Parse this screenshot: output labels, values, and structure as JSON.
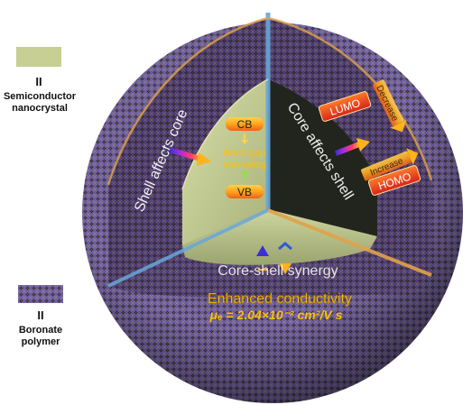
{
  "legend": {
    "semiconductor": {
      "numeral": "II",
      "label_line1": "Semiconductor",
      "label_line2": "nanocrystal",
      "swatch_color": "#c7cf95"
    },
    "polymer": {
      "numeral": "II",
      "label_line1": "Boronate",
      "label_line2": "polymer"
    }
  },
  "diagram": {
    "shell_affects_core": "Shell affects core",
    "core_affects_shell": "Core affects shell",
    "cb": "CB",
    "vb": "VB",
    "band_gap_line1": "Band gap",
    "band_gap_line2": "narrowing",
    "lumo": "LUMO",
    "homo": "HOMO",
    "decrease": "Decrease",
    "increase": "Increase",
    "core_shell_synergy": "Core-shell synergy",
    "enhanced_conductivity": "Enhanced conductivity",
    "mobility_value": "μₑ = 2.04×10⁻² cm²/V s"
  },
  "colors": {
    "shell_purple": "#6b5fa6",
    "shell_orange": "#d89a4a",
    "core_green": "#c9d39a",
    "core_dark": "#22251e",
    "accent_yellow": "#ffc000",
    "axis_blue": "#68a7d8"
  }
}
